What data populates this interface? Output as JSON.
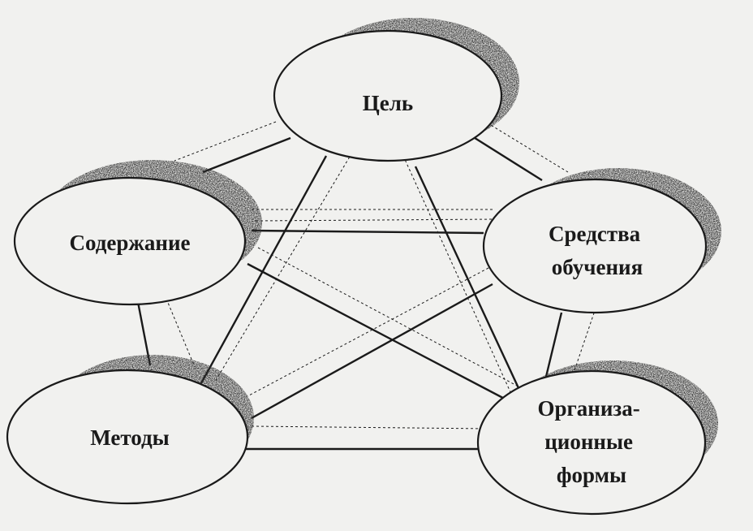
{
  "nodes": {
    "goal": {
      "lines": [
        "Цель"
      ]
    },
    "content": {
      "lines": [
        "Содержание"
      ]
    },
    "means": {
      "lines": [
        "Средства",
        "обучения"
      ]
    },
    "methods": {
      "lines": [
        "Методы"
      ]
    },
    "forms": {
      "lines": [
        "Организа-",
        "ционные",
        "формы"
      ]
    }
  },
  "colors": {
    "ink": "#1a1a1a",
    "shadow": "#3a3a3a",
    "paper": "#f1f1ef"
  }
}
